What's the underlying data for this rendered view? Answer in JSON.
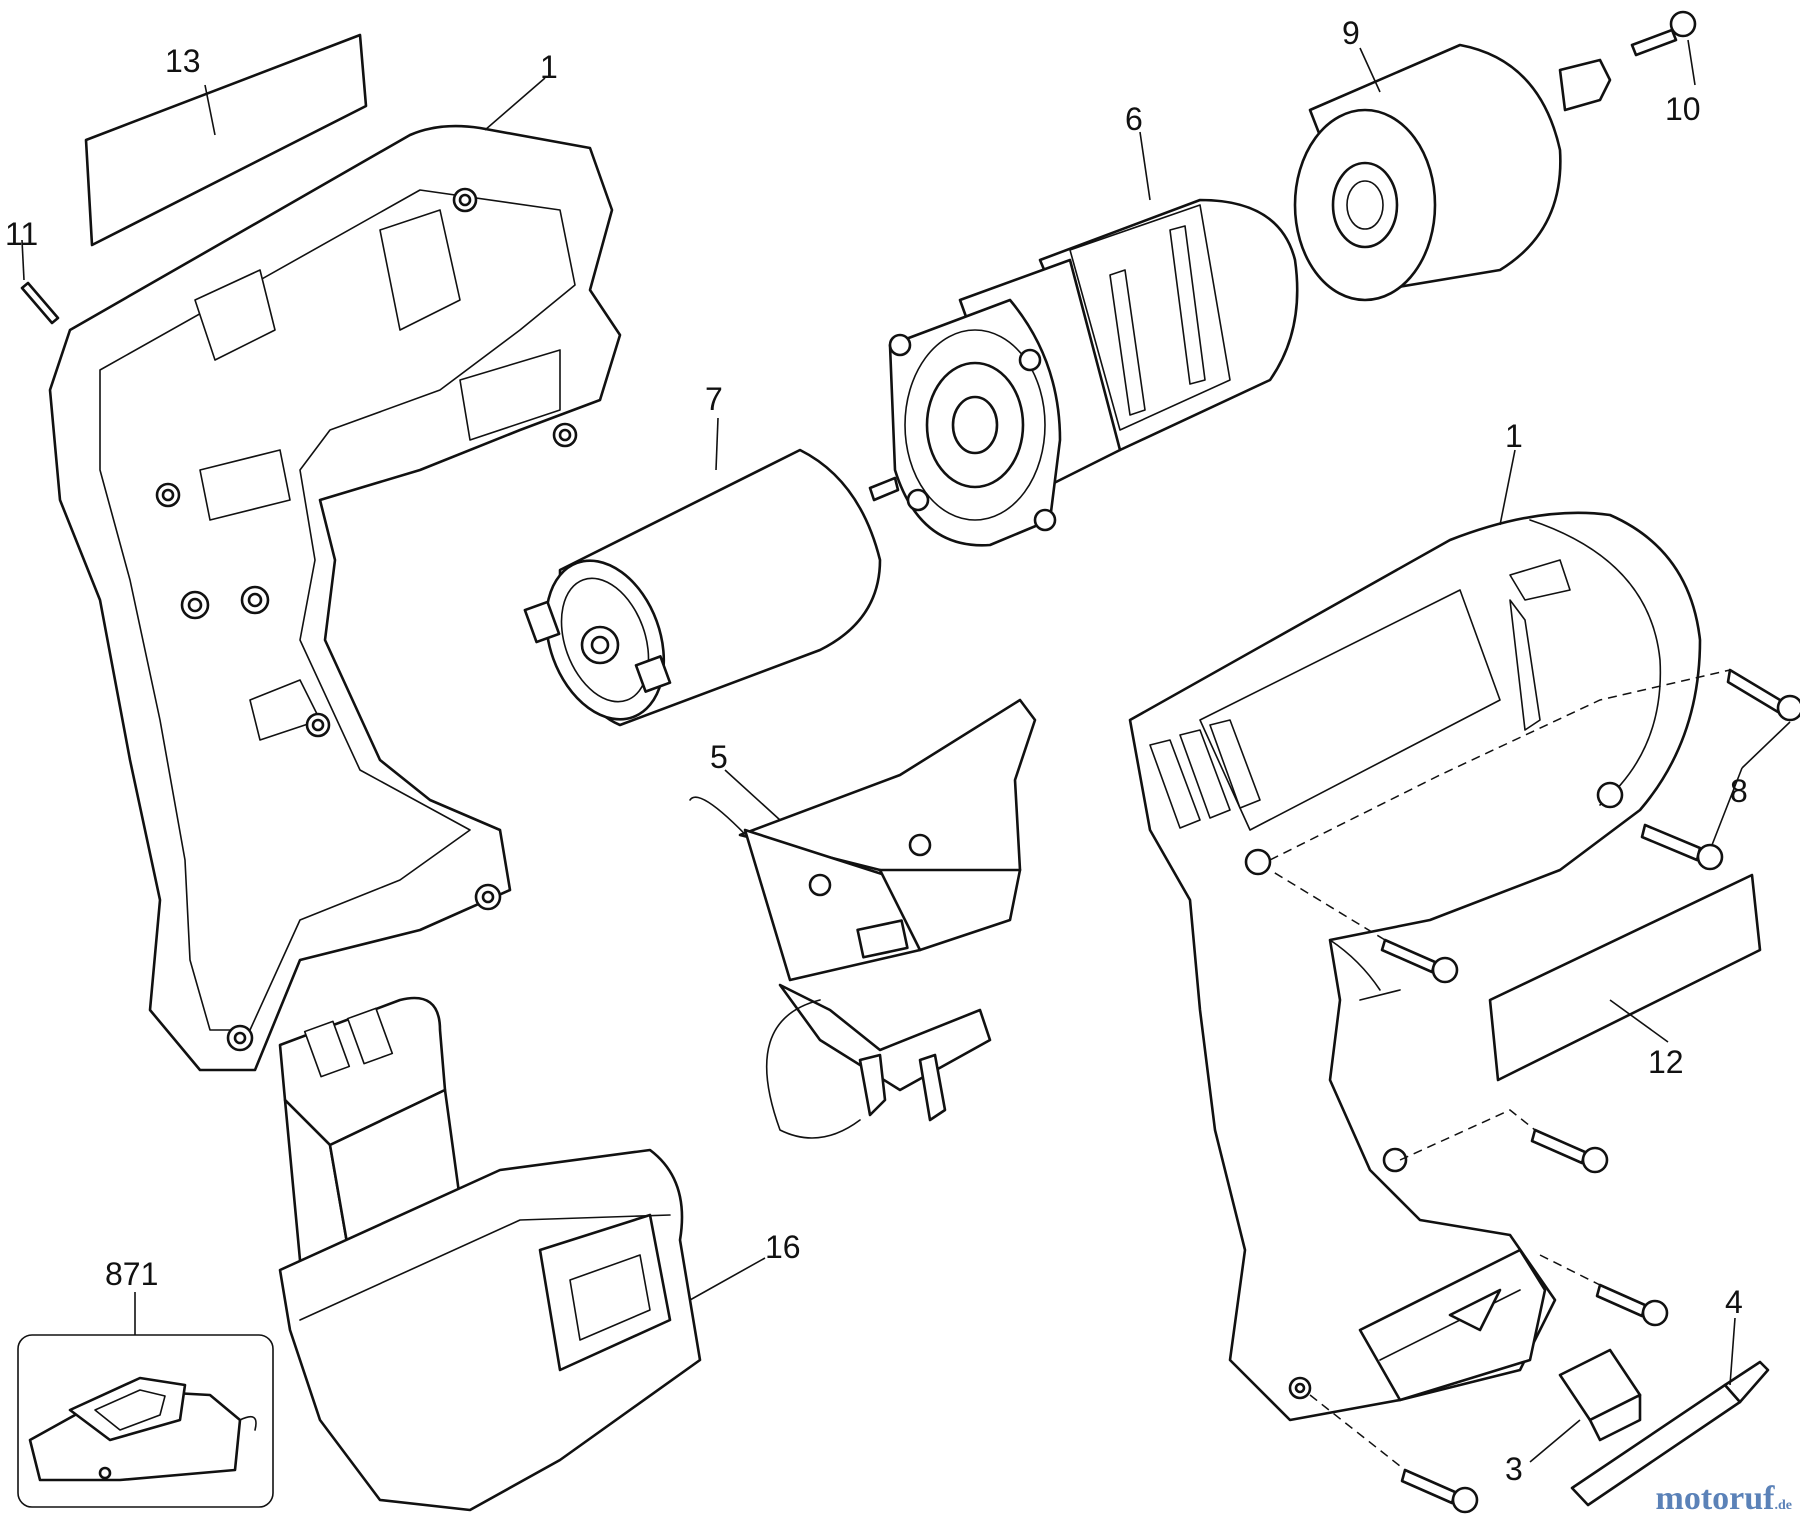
{
  "diagram": {
    "callouts": {
      "c13": "13",
      "c1_top": "1",
      "c11": "11",
      "c9": "9",
      "c10": "10",
      "c6": "6",
      "c7": "7",
      "c1_right": "1",
      "c5": "5",
      "c8": "8",
      "c12": "12",
      "c16": "16",
      "c871": "871",
      "c4": "4",
      "c3": "3"
    }
  },
  "watermark": {
    "brand": "motoruf",
    "tld": ".de",
    "color": "#5b82b8"
  },
  "colors": {
    "line": "#111111",
    "background": "#ffffff"
  }
}
